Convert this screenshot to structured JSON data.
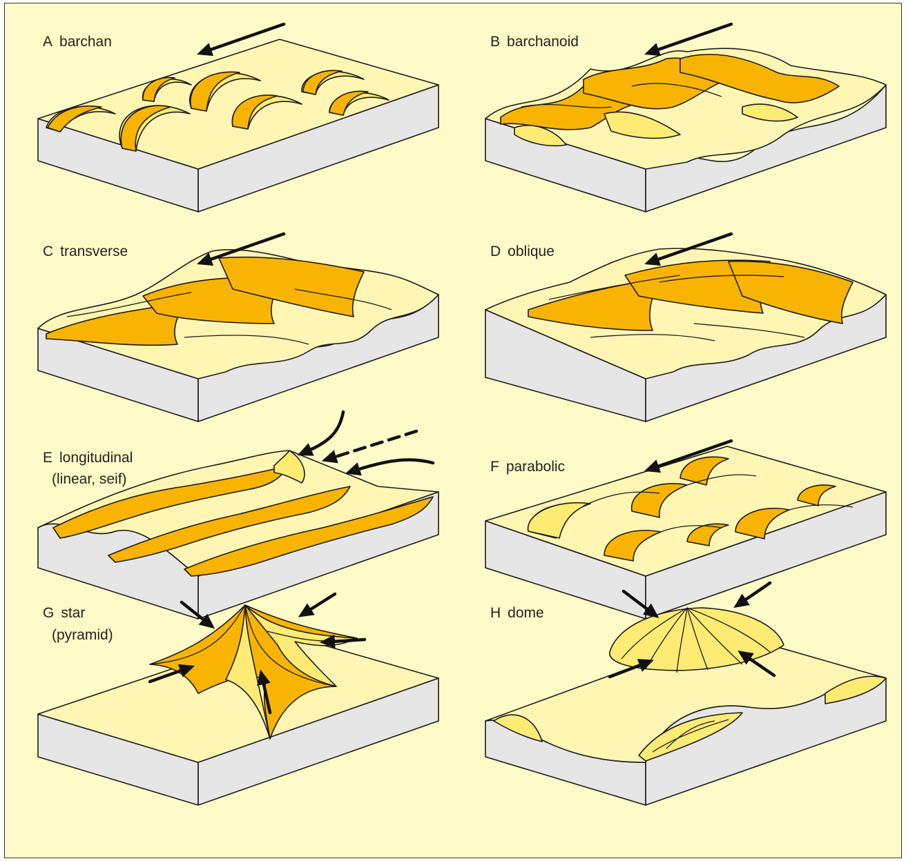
{
  "colors": {
    "background": "#fffbc8",
    "top_surface": "#fff6b4",
    "dune_light": "#fdeb74",
    "slip_face": "#f8b400",
    "block_side": "#e6e6e6",
    "outline": "#1a1a1a"
  },
  "panels": [
    {
      "letter": "A",
      "name": "barchan",
      "subtitle": ""
    },
    {
      "letter": "B",
      "name": "barchanoid",
      "subtitle": ""
    },
    {
      "letter": "C",
      "name": "transverse",
      "subtitle": ""
    },
    {
      "letter": "D",
      "name": "oblique",
      "subtitle": ""
    },
    {
      "letter": "E",
      "name": "longitudinal",
      "subtitle": "(linear, seif)"
    },
    {
      "letter": "F",
      "name": "parabolic",
      "subtitle": ""
    },
    {
      "letter": "G",
      "name": "star",
      "subtitle": "(pyramid)"
    },
    {
      "letter": "H",
      "name": "dome",
      "subtitle": ""
    }
  ]
}
